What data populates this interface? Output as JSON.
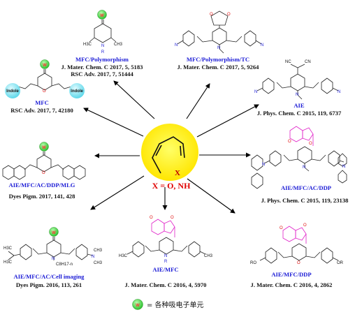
{
  "center": {
    "label": "X = O, NH",
    "hetero_atom": "X"
  },
  "w_symbol": "W",
  "legend": {
    "text": "= 各种吸电子单元"
  },
  "indole_label": "Indole",
  "panels": [
    {
      "id": "top",
      "property": "MFC/Polymorphism",
      "refs": [
        "J. Mater. Chem. C 2017, 5, 5183",
        "RSC Adv. 2017, 7, 51444"
      ],
      "atoms": [
        "H3C",
        "CH3",
        "N",
        "R"
      ]
    },
    {
      "id": "top-right",
      "property": "MFC/Polymorphism/TC",
      "refs": [
        "J. Mater. Chem. C 2017, 5, 9264"
      ]
    },
    {
      "id": "upper-left",
      "property": "MFC",
      "refs": [
        "RSC Adv. 2017, 7, 42180"
      ]
    },
    {
      "id": "right-1",
      "property": "AIE",
      "refs": [
        "J. Phys. Chem. C 2015, 119, 6737"
      ],
      "atoms": [
        "NC",
        "CN"
      ]
    },
    {
      "id": "left-mid",
      "property": "AIE/MFC/AC/DDP/MLG",
      "refs": [
        "Dyes Pigm. 2017, 141, 428"
      ]
    },
    {
      "id": "right-2",
      "property": "AIE/MFC/AC/DDP",
      "refs": [
        "J. Phys. Chem. C 2015, 119, 23138"
      ]
    },
    {
      "id": "bottom-left",
      "property": "AIE/MFC/AC/Cell imaging",
      "refs": [
        "Dyes Pigm. 2016, 113, 261"
      ],
      "atoms": [
        "C8H17-n"
      ]
    },
    {
      "id": "bottom-center",
      "property": "AIE/MFC",
      "refs": [
        "J. Mater. Chem. C 2016, 4, 5970"
      ],
      "atoms": [
        "H3C",
        "CH3",
        "R"
      ]
    },
    {
      "id": "bottom-right",
      "property": "AIE/MFC/DDP",
      "refs": [
        "J. Mater. Chem. C 2016, 4, 2862"
      ],
      "atoms": [
        "RO",
        "OR"
      ]
    }
  ],
  "colors": {
    "core_fill": "#ffff00",
    "property_text": "#1d1dd6",
    "ref_text": "#111111",
    "acceptor": "#e020c8",
    "w_circle": "#4ad84a",
    "indole": "#7fe5f0",
    "oxygen": "#e01010"
  }
}
